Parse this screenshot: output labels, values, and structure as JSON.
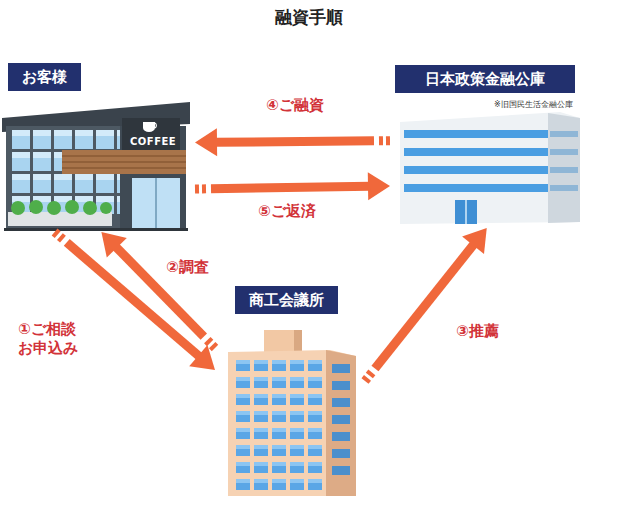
{
  "diagram": {
    "title": "融資手順",
    "nodes": [
      {
        "text": [
          "お客様"
        ]
      },
      {
        "text": [
          "日本政策金融公庫"
        ]
      },
      {
        "text": [
          "商工会議所"
        ]
      }
    ],
    "edges": [
      {
        "from": 0,
        "to": 2,
        "label": "①ご相談 お申込み",
        "arrow": "to"
      },
      {
        "from": 2,
        "to": 0,
        "label": "②調査",
        "arrow": "to"
      },
      {
        "from": 2,
        "to": 1,
        "label": "③推薦",
        "arrow": "to"
      },
      {
        "from": 1,
        "to": 0,
        "label": "④ご融資",
        "arrow": "to"
      },
      {
        "from": 0,
        "to": 1,
        "label": "⑤ご返済",
        "arrow": "to"
      }
    ],
    "labels": [
      "※旧国民生活金融公庫",
      "COFFEE"
    ]
  }
}
